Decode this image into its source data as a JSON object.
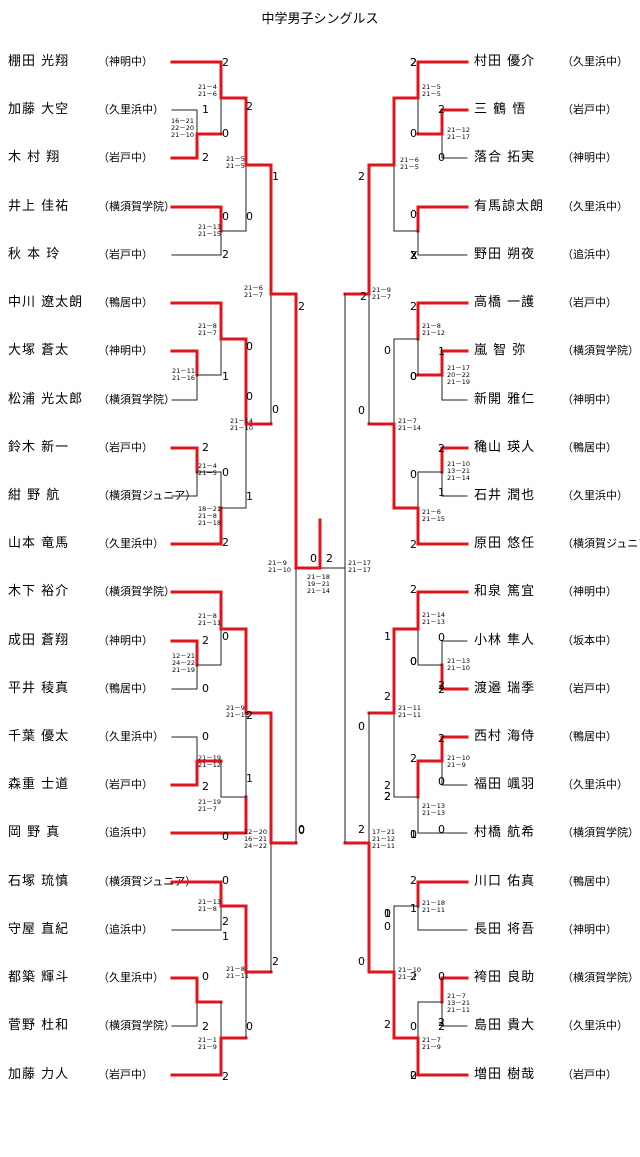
{
  "title": "中学男子シングルス",
  "left_players": [
    {
      "name": "棚田 光翔",
      "school": "（神明中）"
    },
    {
      "name": "加藤 大空",
      "school": "（久里浜中）"
    },
    {
      "name": "木 村  翔",
      "school": "（岩戸中）"
    },
    {
      "name": "井上 佳祐",
      "school": "（横須賀学院）"
    },
    {
      "name": "秋 本  玲",
      "school": "（岩戸中）"
    },
    {
      "name": "中川 遼太朗",
      "school": "（鴨居中）"
    },
    {
      "name": "大塚 蒼太",
      "school": "（神明中）"
    },
    {
      "name": "松浦 光太郎",
      "school": "（横須賀学院）"
    },
    {
      "name": "鈴木 新一",
      "school": "（岩戸中）"
    },
    {
      "name": "紺 野  航",
      "school": "（横須賀ジュニア）"
    },
    {
      "name": "山本 竜馬",
      "school": "（久里浜中）"
    },
    {
      "name": "木下 裕介",
      "school": "（横須賀学院）"
    },
    {
      "name": "成田 蒼翔",
      "school": "（神明中）"
    },
    {
      "name": "平井 稜真",
      "school": "（鴨居中）"
    },
    {
      "name": "千葉 優太",
      "school": "（久里浜中）"
    },
    {
      "name": "森重 士道",
      "school": "（岩戸中）"
    },
    {
      "name": "岡 野  真",
      "school": "（追浜中）"
    },
    {
      "name": "石塚 琉慎",
      "school": "（横須賀ジュニア）"
    },
    {
      "name": "守屋 直紀",
      "school": "（追浜中）"
    },
    {
      "name": "都築 輝斗",
      "school": "（久里浜中）"
    },
    {
      "name": "菅野 杜和",
      "school": "（横須賀学院）"
    },
    {
      "name": "加藤 力人",
      "school": "（岩戸中）"
    }
  ],
  "right_players": [
    {
      "name": "村田 優介",
      "school": "（久里浜中）"
    },
    {
      "name": "三  鶴  悟",
      "school": "（岩戸中）"
    },
    {
      "name": "落合 拓実",
      "school": "（神明中）"
    },
    {
      "name": "有馬諒太朗",
      "school": "（久里浜中）"
    },
    {
      "name": "野田 朔夜",
      "school": "（追浜中）"
    },
    {
      "name": "高橋 一護",
      "school": "（岩戸中）"
    },
    {
      "name": "嵐   智 弥",
      "school": "（横須賀学院）"
    },
    {
      "name": "新開 雅仁",
      "school": "（神明中）"
    },
    {
      "name": "穐山 瑛人",
      "school": "（鴨居中）"
    },
    {
      "name": "石井 潤也",
      "school": "（久里浜中）"
    },
    {
      "name": "原田 悠任",
      "school": "（横須賀ジュニア）"
    },
    {
      "name": "和泉 篤宜",
      "school": "（神明中）"
    },
    {
      "name": "小林 隼人",
      "school": "（坂本中）"
    },
    {
      "name": "渡邉 瑞季",
      "school": "（岩戸中）"
    },
    {
      "name": "西村 海侍",
      "school": "（鴨居中）"
    },
    {
      "name": "福田 颯羽",
      "school": "（久里浜中）"
    },
    {
      "name": "村橋 航希",
      "school": "（横須賀学院）"
    },
    {
      "name": "川口 佑真",
      "school": "（鴨居中）"
    },
    {
      "name": "長田 将吾",
      "school": "（神明中）"
    },
    {
      "name": "袴田 良助",
      "school": "（横須賀学院）"
    },
    {
      "name": "島田 貴大",
      "school": "（久里浜中）"
    },
    {
      "name": "増田 樹哉",
      "school": "（岩戸中）"
    }
  ],
  "result_labels": [
    "2",
    "1",
    "0",
    "2",
    "2",
    "0",
    "2",
    "0",
    "1",
    "0",
    "1",
    "0",
    "0",
    "2",
    "2",
    "1",
    "0",
    "2",
    "0",
    "2",
    "0",
    "2",
    "0",
    "1",
    "0",
    "2",
    "0",
    "1",
    "0",
    "2",
    "0",
    "2",
    "0",
    "2",
    "2",
    "0",
    "2",
    "2",
    "0",
    "2",
    "0",
    "X",
    "0",
    "2",
    "2",
    "2",
    "1",
    "0",
    "1",
    "0",
    "2",
    "2",
    "2",
    "0",
    "2",
    "0",
    "0",
    "X",
    "2",
    "2",
    "0",
    "1",
    "0",
    "2",
    "2",
    "1",
    "2",
    "2",
    "0",
    "0",
    "2",
    "0",
    "2",
    "2",
    "2",
    "0",
    "0",
    "2",
    "2",
    "0",
    "0",
    "0",
    "2",
    "0",
    "0",
    "2",
    "1",
    "2",
    "1",
    "0",
    "2",
    "0",
    "2"
  ],
  "score_notes": [
    "21－4\n21－6",
    "16－21\n22－20\n21－10",
    "21－5\n21－5",
    "21－13\n21－15",
    "21－6\n21－7",
    "21－8\n21－7",
    "21－11\n21－16",
    "21－14\n21－10",
    "21－4\n21－5",
    "18－21\n21－8\n21－18",
    "21－9\n21－10",
    "21－8\n21－11",
    "12－21\n24－22\n21－19",
    "21－9\n21－15",
    "21－19\n21－12",
    "21－19\n21－7",
    "22－20\n16－21\n24－22",
    "21－13\n21－8",
    "21－8\n21－11",
    "21－1\n21－9",
    "21－18\n19－21\n21－14",
    "21－5\n21－5",
    "21－12\n21－17",
    "21－6\n21－5",
    "21－9\n21－7",
    "21－8\n21－12",
    "21－17\n20－22\n21－19",
    "21－7\n21－14",
    "21－10\n13－21\n21－14",
    "21－6\n21－15",
    "21－17\n21－17",
    "21－14\n21－13",
    "21－13\n21－10",
    "21－11\n21－11",
    "21－10\n21－9",
    "21－13\n21－13",
    "17－21\n21－12\n21－11",
    "21－18\n21－11",
    "21－10\n21－7",
    "21－7\n13－21\n21－11",
    "21－7\n21－9"
  ]
}
